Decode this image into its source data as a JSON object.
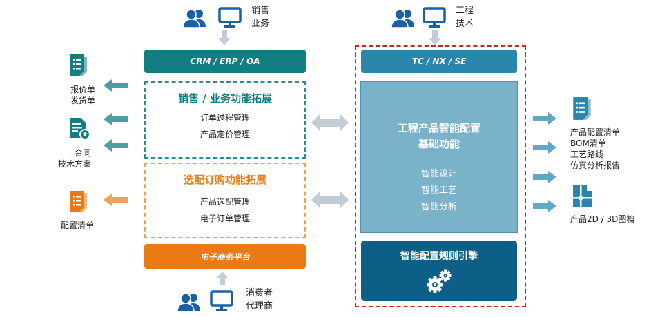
{
  "colors": {
    "teal": "#137e82",
    "teal_arrow": "#4f9ea3",
    "orange": "#ec7a12",
    "orange_arrow": "#f0a256",
    "tc_blue": "#2a86ab",
    "light_blue": "#7ab3c9",
    "dark_blue": "#0d5f87",
    "red_dashed": "#d62020",
    "gray_arrow": "#c1ccd6",
    "icon_blue": "#1b5fa8",
    "out_arrow": "#5fa8c6"
  },
  "users": {
    "sales": {
      "line1": "销售",
      "line2": "业务"
    },
    "engineering": {
      "line1": "工程",
      "line2": "技术"
    },
    "consumers": {
      "line1": "消费者",
      "line2": "代理商"
    }
  },
  "left_column": {
    "crm_bar": "CRM / ERP / OA",
    "sales_box": {
      "title": "销售 / 业务功能拓展",
      "items": [
        "订单过程管理",
        "产品定价管理"
      ]
    },
    "config_box": {
      "title": "选配订购功能拓展",
      "items": [
        "产品选配管理",
        "电子订单管理"
      ]
    },
    "ecommerce_bar": "电子商务平台"
  },
  "left_outputs": [
    {
      "icon": "document-list-icon",
      "lines": [
        "报价单",
        "发货单"
      ]
    },
    {
      "icon": "document-star-icon",
      "lines": [
        "合同",
        "技术方案"
      ]
    },
    {
      "icon": "document-list-icon",
      "lines": [
        "配置清单"
      ]
    }
  ],
  "right_column": {
    "tc_bar": "TC / NX / SE",
    "core_box": {
      "title_line1": "工程产品智能配置",
      "title_line2": "基础功能",
      "items": [
        "智能设计",
        "智能工艺",
        "智能分析"
      ]
    },
    "engine_box": {
      "title": "智能配置规则引擎",
      "icon": "gears-icon"
    }
  },
  "right_outputs": [
    {
      "icon": "document-list-icon",
      "lines": [
        "产品配置清单",
        "BOM清单",
        "工艺路线",
        "仿真分析报告"
      ]
    },
    {
      "icon": "drawing-icon",
      "lines": [
        "产品2D / 3D图档"
      ]
    }
  ]
}
